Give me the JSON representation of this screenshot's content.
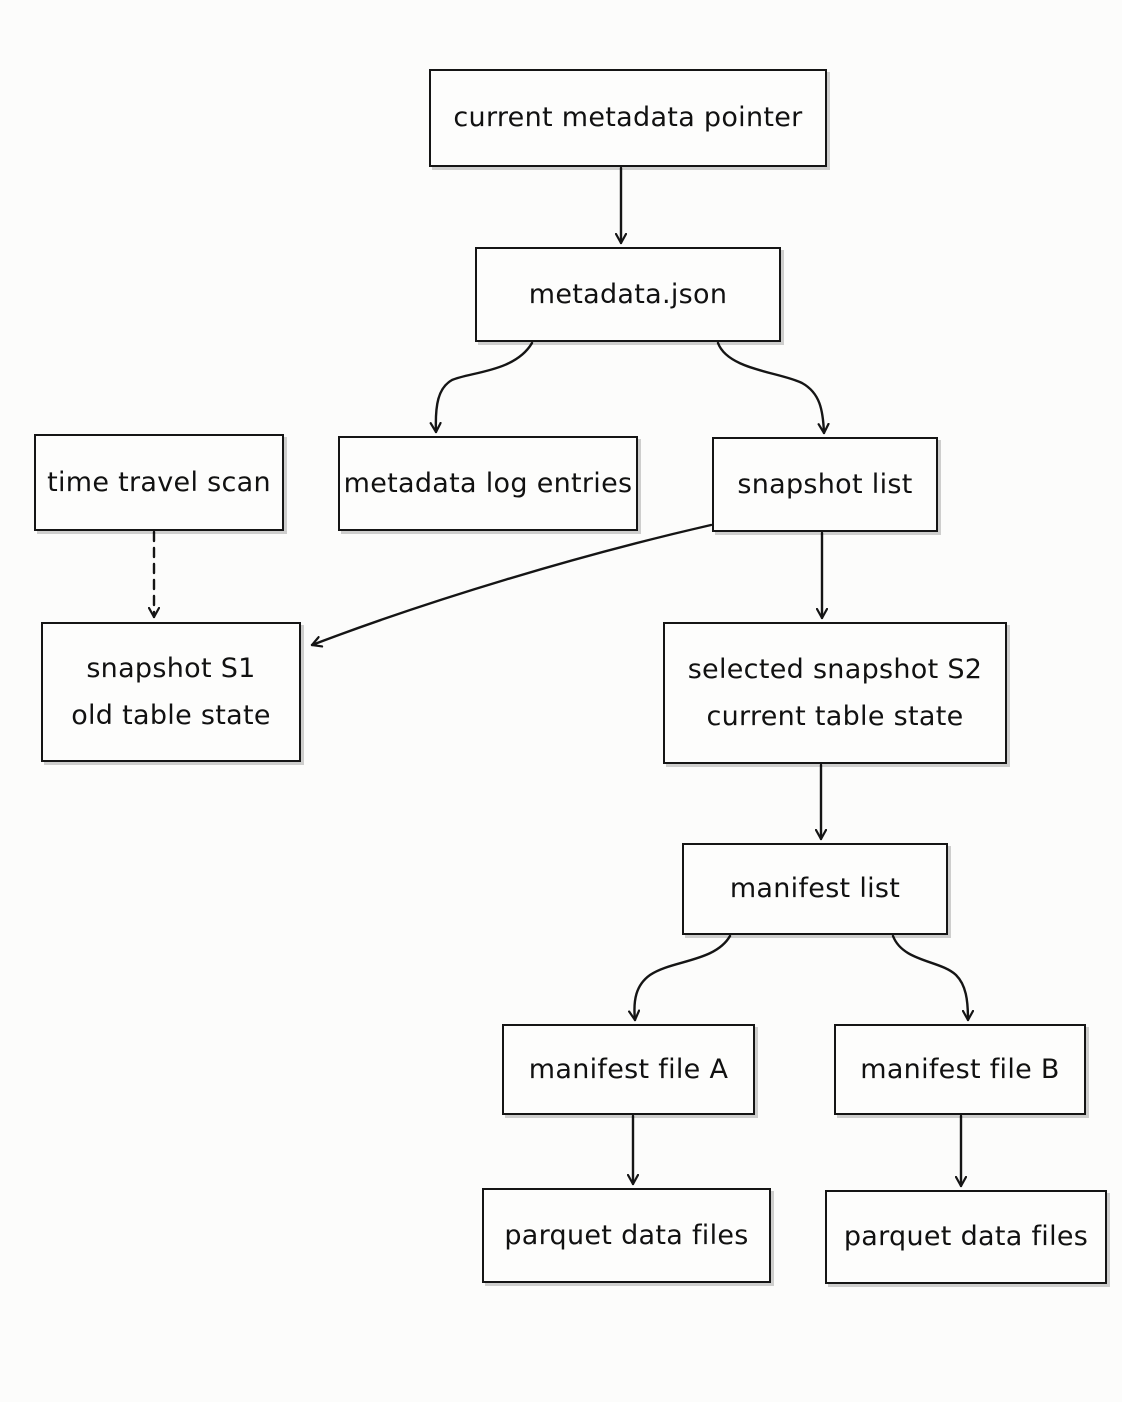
{
  "diagram": {
    "nodes": [
      {
        "id": "pointer",
        "lines": [
          "current metadata pointer"
        ]
      },
      {
        "id": "metajson",
        "lines": [
          "metadata.json"
        ]
      },
      {
        "id": "timetravel",
        "lines": [
          "time travel scan"
        ]
      },
      {
        "id": "metalog",
        "lines": [
          "metadata log entries"
        ]
      },
      {
        "id": "snaplist",
        "lines": [
          "snapshot list"
        ]
      },
      {
        "id": "s1",
        "lines": [
          "snapshot S1",
          "old table state"
        ]
      },
      {
        "id": "s2",
        "lines": [
          "selected snapshot S2",
          "current table state"
        ]
      },
      {
        "id": "manlist",
        "lines": [
          "manifest list"
        ]
      },
      {
        "id": "mfa",
        "lines": [
          "manifest file A"
        ]
      },
      {
        "id": "mfb",
        "lines": [
          "manifest file B"
        ]
      },
      {
        "id": "pqa",
        "lines": [
          "parquet data files"
        ]
      },
      {
        "id": "pqb",
        "lines": [
          "parquet data files"
        ]
      }
    ],
    "edges": [
      {
        "from": "pointer",
        "to": "metajson",
        "style": "solid"
      },
      {
        "from": "metajson",
        "to": "metalog",
        "style": "solid"
      },
      {
        "from": "metajson",
        "to": "snaplist",
        "style": "solid"
      },
      {
        "from": "timetravel",
        "to": "s1",
        "style": "dashed"
      },
      {
        "from": "snaplist",
        "to": "s1",
        "style": "solid"
      },
      {
        "from": "snaplist",
        "to": "s2",
        "style": "solid"
      },
      {
        "from": "s2",
        "to": "manlist",
        "style": "solid"
      },
      {
        "from": "manlist",
        "to": "mfa",
        "style": "solid"
      },
      {
        "from": "manlist",
        "to": "mfb",
        "style": "solid"
      },
      {
        "from": "mfa",
        "to": "pqa",
        "style": "solid"
      },
      {
        "from": "mfb",
        "to": "pqb",
        "style": "solid"
      }
    ]
  }
}
